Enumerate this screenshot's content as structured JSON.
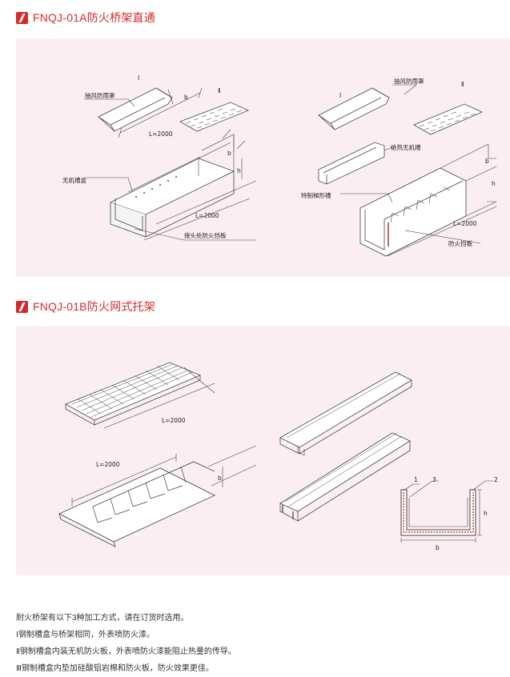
{
  "section_a": {
    "title": "FNQJ-01A防火桥架直通",
    "labels": {
      "cover_l": "抽风防雨罩",
      "roman_1_l": "Ⅰ",
      "roman_2_l": "Ⅱ",
      "b_top_l": "b",
      "len_top_l": "L=2000",
      "box_l": "无机槽盒",
      "b_mid_l": "b",
      "h_mid_l": "h",
      "len_mid_l": "L=2000",
      "joint_l": "接头处防火挡板",
      "cover_r": "抽风防雨罩",
      "roman_1_r": "Ⅰ",
      "roman_2_r": "Ⅱ",
      "insul_r": "绝热无机槽",
      "ladder_r": "特制梯形槽",
      "b_mid_r": "b",
      "h_mid_r": "h",
      "len_mid_r": "L=2000",
      "plate_r": "防火挡板"
    }
  },
  "section_b": {
    "title": "FNQJ-01B防火网式托架",
    "labels": {
      "len_top": "L=2000",
      "len_bottom": "L=2000",
      "b_bottom": "b",
      "n1": "1",
      "n3": "3",
      "n2": "2",
      "h_cs": "h",
      "b_cs": "b"
    }
  },
  "notes": [
    "耐火桥架有以下3种加工方式，请在订货时选用。",
    "Ⅰ钢制槽盒与桥架相同，外表喷防火漆。",
    "Ⅱ钢制槽盒内装无机防火板，外表喷防火漆能阻止热量的传导。",
    "Ⅲ钢制槽盒内垫加硅酸铝岩棉和防火板，防火效果更佳。"
  ]
}
